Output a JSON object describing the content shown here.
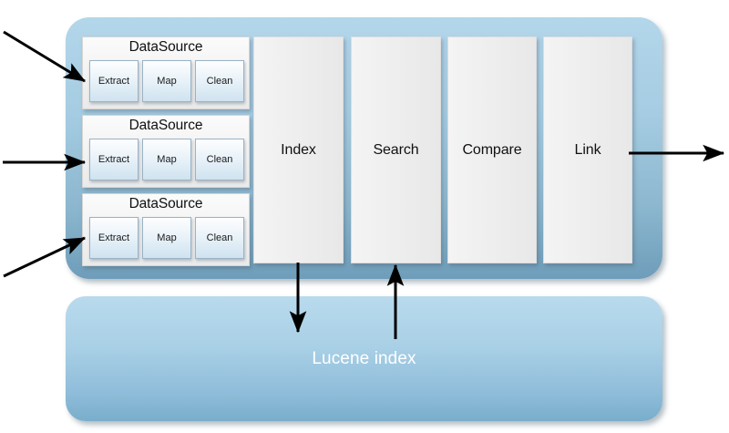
{
  "diagram": {
    "title_hidden": "",
    "colors": {
      "container_top": "#b3d6ea",
      "container_bottom": "#6e9dba",
      "lucene_top": "#b9daed",
      "lucene_bottom": "#79aecb",
      "panel_fill": "#f2f2f2",
      "step_border": "#9ab3c6",
      "arrow": "#000000",
      "lucene_text": "#ffffff"
    },
    "datasources": [
      {
        "title": "DataSource",
        "steps": [
          "Extract",
          "Map",
          "Clean"
        ]
      },
      {
        "title": "DataSource",
        "steps": [
          "Extract",
          "Map",
          "Clean"
        ]
      },
      {
        "title": "DataSource",
        "steps": [
          "Extract",
          "Map",
          "Clean"
        ]
      }
    ],
    "stages": [
      {
        "label": "Index"
      },
      {
        "label": "Search"
      },
      {
        "label": "Compare"
      },
      {
        "label": "Link"
      }
    ],
    "storage": {
      "label": "Lucene index"
    },
    "arrows": [
      {
        "name": "input-arrow-top",
        "direction": "down-right",
        "target": "DataSource 1 Extract"
      },
      {
        "name": "input-arrow-middle",
        "direction": "right",
        "target": "DataSource 2 Extract"
      },
      {
        "name": "input-arrow-bottom",
        "direction": "up-right",
        "target": "DataSource 3 Extract"
      },
      {
        "name": "output-arrow",
        "direction": "right",
        "source": "Link"
      },
      {
        "name": "index-write-arrow",
        "direction": "down",
        "source": "Index",
        "target": "Lucene index"
      },
      {
        "name": "search-read-arrow",
        "direction": "up",
        "source": "Lucene index",
        "target": "Search"
      }
    ]
  }
}
